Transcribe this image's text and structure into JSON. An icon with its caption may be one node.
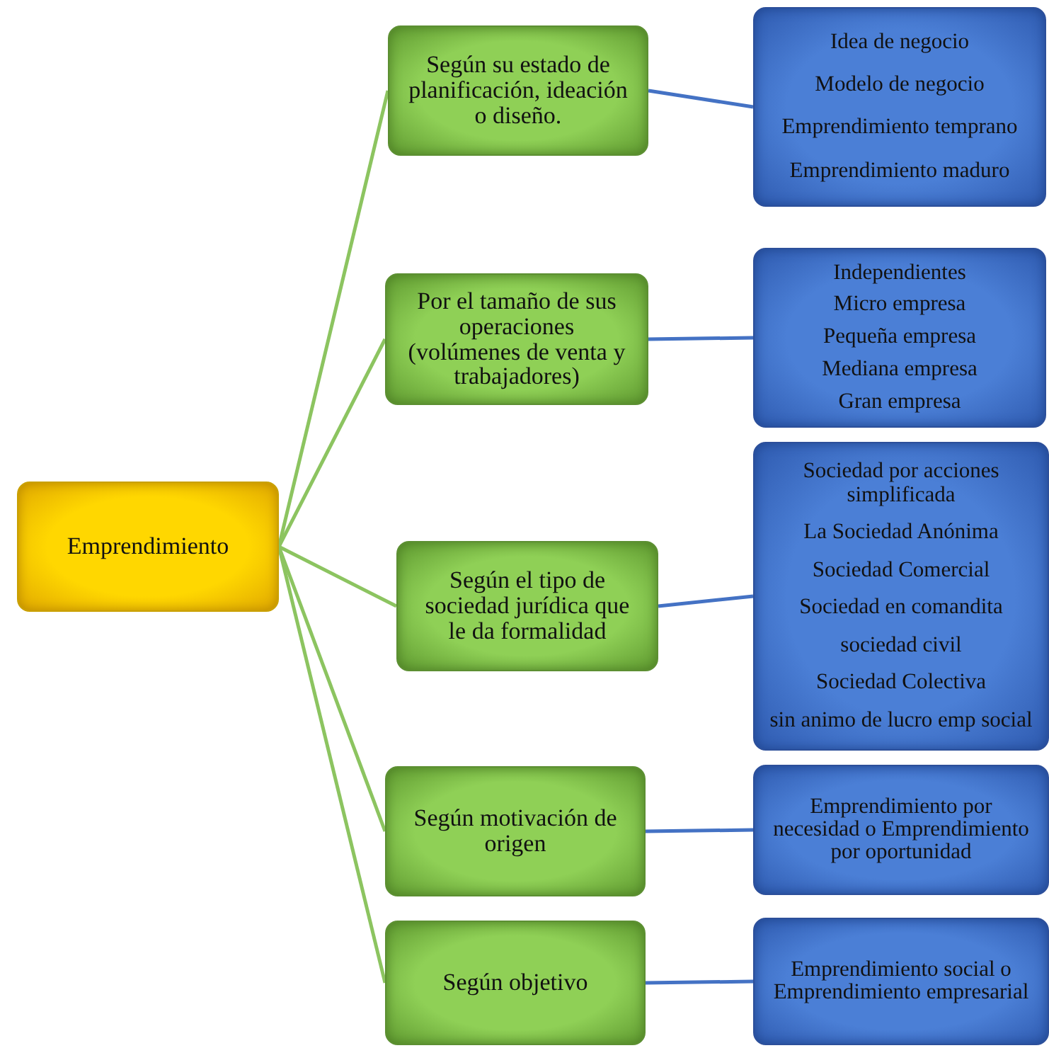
{
  "diagram": {
    "nodes": [
      {
        "text": [
          "Emprendimiento"
        ]
      },
      {
        "text": [
          "Según su estado de planificación, ideación o diseño."
        ]
      },
      {
        "text": [
          "Idea de negocio",
          "Modelo de negocio",
          "Emprendimiento temprano",
          "Emprendimiento maduro"
        ]
      },
      {
        "text": [
          "Por el tamaño de sus operaciones (volúmenes de venta y trabajadores)"
        ]
      },
      {
        "text": [
          "Independientes",
          "Micro empresa",
          "Pequeña empresa",
          "Mediana empresa",
          "Gran empresa"
        ]
      },
      {
        "text": [
          "Según el tipo de sociedad jurídica que le da formalidad"
        ]
      },
      {
        "text": [
          "Sociedad por acciones simplificada",
          "La Sociedad Anónima",
          "Sociedad Comercial",
          "Sociedad en comandita",
          "sociedad civil",
          "Sociedad Colectiva",
          "sin animo de lucro emp social"
        ]
      },
      {
        "text": [
          "Según motivación de origen"
        ]
      },
      {
        "text": [
          "Emprendimiento por necesidad o Emprendimiento por oportunidad"
        ]
      },
      {
        "text": [
          "Según objetivo"
        ]
      },
      {
        "text": [
          "Emprendimiento social o Emprendimiento empresarial"
        ]
      }
    ],
    "edges": [
      {
        "from": 0,
        "to": 1,
        "arrow": "none"
      },
      {
        "from": 0,
        "to": 3,
        "arrow": "none"
      },
      {
        "from": 0,
        "to": 5,
        "arrow": "none"
      },
      {
        "from": 0,
        "to": 7,
        "arrow": "none"
      },
      {
        "from": 0,
        "to": 9,
        "arrow": "none"
      },
      {
        "from": 1,
        "to": 2,
        "arrow": "none",
        "color": "#4472c4"
      },
      {
        "from": 3,
        "to": 4,
        "arrow": "none",
        "color": "#4472c4"
      },
      {
        "from": 5,
        "to": 6,
        "arrow": "none",
        "color": "#4472c4"
      },
      {
        "from": 7,
        "to": 8,
        "arrow": "none",
        "color": "#4472c4"
      },
      {
        "from": 9,
        "to": 10,
        "arrow": "none",
        "color": "#4472c4"
      }
    ]
  }
}
